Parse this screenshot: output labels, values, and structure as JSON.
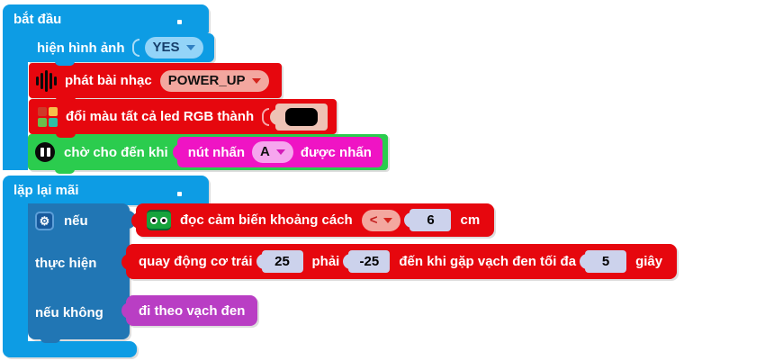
{
  "palette": {
    "block_blue": "#0d9ce4",
    "block_dark_blue": "#2176b4",
    "block_red": "#e6070e",
    "block_green": "#2bcc4e",
    "block_magenta": "#ef14c4",
    "block_purple": "#b93ec4",
    "dropdown_blue": "#93d4f8",
    "dropdown_salmon": "#f3a79f",
    "dropdown_pink": "#f6a6ee",
    "number_slot": "#ccd2ec",
    "color_slot_frame": "#eec2b5",
    "color_slot_value": "#000000"
  },
  "start": {
    "label": "bắt đầu",
    "rows": [
      {
        "label": "hiện hình ảnh",
        "dropdown": "YES"
      },
      {
        "label": "phát bài nhạc",
        "dropdown": "POWER_UP",
        "icon": "sound-icon"
      },
      {
        "label": "đổi màu tất cả led RGB thành",
        "color_value": "#000000",
        "icon": "led-grid-icon"
      },
      {
        "label": "chờ cho đến khi",
        "icon": "pause-icon"
      }
    ],
    "wait_condition": {
      "prefix": "nút nhấn",
      "dropdown": "A",
      "suffix": "được nhấn"
    }
  },
  "loop": {
    "label": "lặp lại mãi",
    "if_label": "nếu",
    "do_label": "thực hiện",
    "else_label": "nếu không",
    "condition": {
      "label": "đọc cảm biến khoảng cách",
      "operator": "<",
      "value": "6",
      "unit": "cm",
      "icon": "robot-face-icon"
    },
    "do_statement": {
      "part1": "quay động cơ trái",
      "left_speed": "25",
      "part2": "phải",
      "right_speed": "-25",
      "part3": "đến khi gặp vạch đen tối đa",
      "max_time": "5",
      "part4": "giây"
    },
    "else_statement": {
      "label": "đi theo vạch đen"
    }
  }
}
